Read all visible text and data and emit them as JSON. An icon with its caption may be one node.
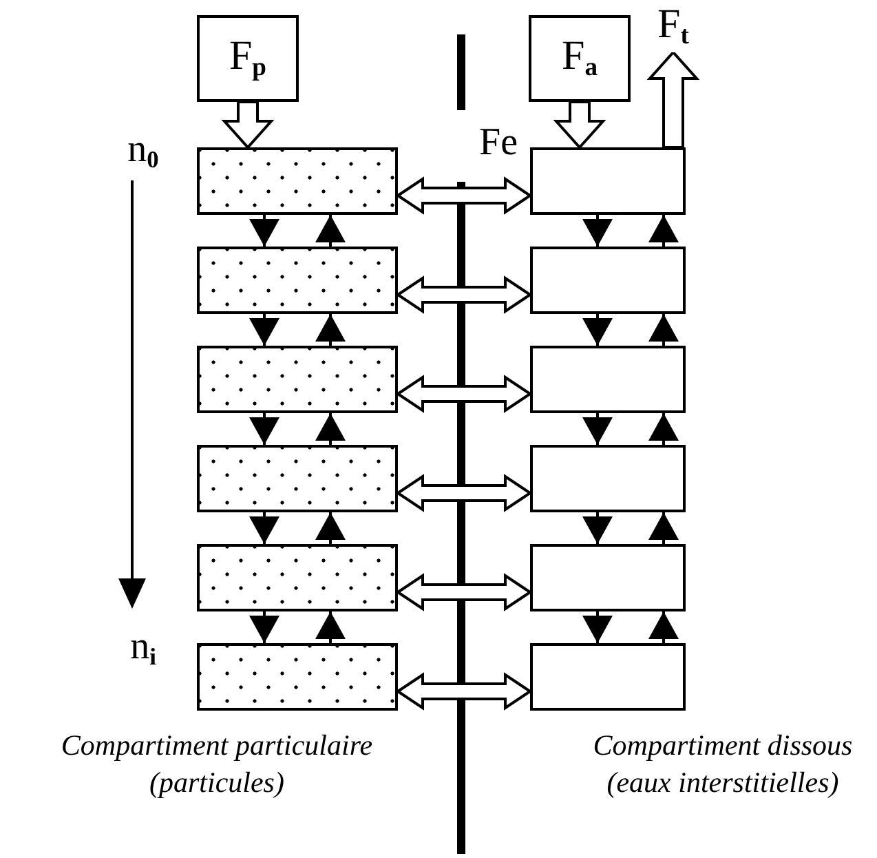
{
  "diagram": {
    "nodes": [
      {
        "text": [
          "F$_{p}$"
        ]
      },
      {
        "text": [
          "F$_{a}$"
        ]
      },
      {
        "text": [
          "F$_{t}$"
        ]
      },
      {
        "text": [],
        "shape": "box"
      },
      {
        "text": [],
        "shape": "box"
      },
      {
        "text": [],
        "shape": "box"
      },
      {
        "text": [],
        "shape": "box"
      },
      {
        "text": [],
        "shape": "box"
      },
      {
        "text": [],
        "shape": "box"
      },
      {
        "text": [],
        "shape": "box"
      },
      {
        "text": [],
        "shape": "box"
      },
      {
        "text": [],
        "shape": "box"
      },
      {
        "text": [],
        "shape": "box"
      },
      {
        "text": [],
        "shape": "box"
      },
      {
        "text": [],
        "shape": "box"
      }
    ],
    "edges": [
      {
        "from": 0,
        "to": 3,
        "arrow": "to",
        "style": "thick"
      },
      {
        "from": 1,
        "to": 9,
        "arrow": "to",
        "style": "thick"
      },
      {
        "from": 9,
        "to": 2,
        "arrow": "to",
        "style": "thick"
      },
      {
        "from": 3,
        "to": 4,
        "arrow": "to"
      },
      {
        "from": 4,
        "to": 3,
        "arrow": "to"
      },
      {
        "from": 4,
        "to": 5,
        "arrow": "to"
      },
      {
        "from": 5,
        "to": 4,
        "arrow": "to"
      },
      {
        "from": 5,
        "to": 6,
        "arrow": "to"
      },
      {
        "from": 6,
        "to": 5,
        "arrow": "to"
      },
      {
        "from": 6,
        "to": 7,
        "arrow": "to"
      },
      {
        "from": 7,
        "to": 6,
        "arrow": "to"
      },
      {
        "from": 7,
        "to": 8,
        "arrow": "to"
      },
      {
        "from": 8,
        "to": 7,
        "arrow": "to"
      },
      {
        "from": 9,
        "to": 10,
        "arrow": "to"
      },
      {
        "from": 10,
        "to": 9,
        "arrow": "to"
      },
      {
        "from": 10,
        "to": 11,
        "arrow": "to"
      },
      {
        "from": 11,
        "to": 10,
        "arrow": "to"
      },
      {
        "from": 11,
        "to": 12,
        "arrow": "to"
      },
      {
        "from": 12,
        "to": 11,
        "arrow": "to"
      },
      {
        "from": 12,
        "to": 13,
        "arrow": "to"
      },
      {
        "from": 13,
        "to": 12,
        "arrow": "to"
      },
      {
        "from": 13,
        "to": 14,
        "arrow": "to"
      },
      {
        "from": 14,
        "to": 13,
        "arrow": "to"
      },
      {
        "from": 3,
        "to": 9,
        "arrow": "both",
        "style": "thick"
      },
      {
        "from": 4,
        "to": 10,
        "arrow": "both",
        "style": "thick"
      },
      {
        "from": 5,
        "to": 11,
        "arrow": "both",
        "style": "thick"
      },
      {
        "from": 6,
        "to": 12,
        "arrow": "both",
        "style": "thick"
      },
      {
        "from": 7,
        "to": 13,
        "arrow": "both",
        "style": "thick"
      },
      {
        "from": 8,
        "to": 14,
        "arrow": "both",
        "style": "thick"
      }
    ],
    "labels": [
      "n$_{0}$",
      "n$_{i}$",
      "Fe",
      "Compartiment particulaire (particules)",
      "Compartiment dissous (eaux interstitielles)"
    ]
  }
}
